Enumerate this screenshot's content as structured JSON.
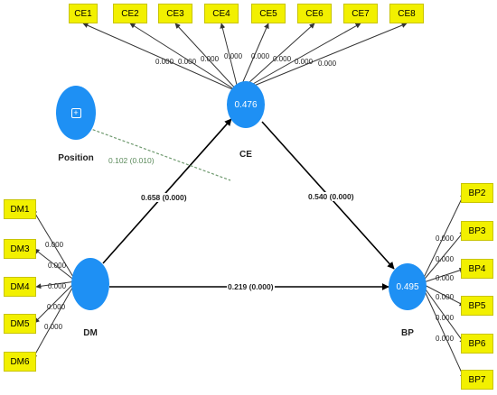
{
  "constructs": {
    "ce": {
      "name": "CE",
      "r2": "0.476"
    },
    "bp": {
      "name": "BP",
      "r2": "0.495"
    },
    "dm": {
      "name": "DM"
    },
    "position": {
      "name": "Position",
      "icon": "plus-icon"
    }
  },
  "indicators": {
    "ce": [
      "CE1",
      "CE2",
      "CE3",
      "CE4",
      "CE5",
      "CE6",
      "CE7",
      "CE8"
    ],
    "dm": [
      "DM1",
      "DM3",
      "DM4",
      "DM5",
      "DM6"
    ],
    "bp": [
      "BP2",
      "BP3",
      "BP4",
      "BP5",
      "BP6",
      "BP7"
    ]
  },
  "loading_label": "0.000",
  "paths": {
    "dm_ce": "0.658 (0.000)",
    "ce_bp": "0.540 (0.000)",
    "dm_bp": "0.219 (0.000)",
    "position_ce": "0.102 (0.010)"
  },
  "colors": {
    "indicator_fill": "#f2f000",
    "construct_fill": "#1e90f4",
    "position_path": "#6f9a6f"
  }
}
